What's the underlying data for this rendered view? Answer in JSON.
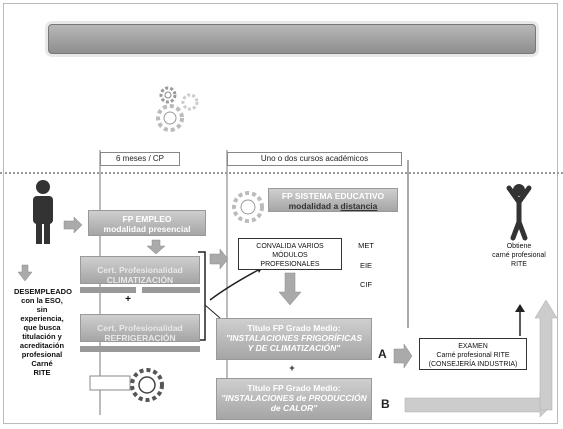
{
  "header": {
    "col1": "6 meses / CP",
    "col2": "Uno o dos cursos académicos"
  },
  "fp_empleo": {
    "line1": "FP EMPLEO",
    "line2": "modalidad presencial"
  },
  "fp_sistema": {
    "line1": "FP SISTEMA EDUCATIVO",
    "line2_pre": "modalidad a",
    "line2_link": "distancia"
  },
  "cp_box1": "Cert. Profesionalidad CLIMATIZACIÓN",
  "cp_box2": "Cert. Profesionalidad REFRIGERACIÓN",
  "plus_sign": "+",
  "left_text": [
    "DESEMPLEADO",
    "con la ESO,",
    "sin",
    "experiencia,",
    "que busca",
    "titulación y",
    "acreditación",
    "profesional",
    "Carné",
    "RITE"
  ],
  "convalida": [
    "CONVALIDA VARIOS",
    "MÓDULOS",
    "PROFESIONALES"
  ],
  "modules": [
    "MET",
    "EIE",
    "CIF"
  ],
  "titulo1": {
    "line1": "Título FP Grado Medio:",
    "line2": "\"INSTALACIONES FRIGORÍFICAS",
    "line3": "Y DE CLIMATIZACIÓN\""
  },
  "titulo2": {
    "line1": "Título FP Grado Medio:",
    "line2": "\"INSTALACIONES de PRODUCCIÓN",
    "line3": "de CALOR\""
  },
  "path_a": "A",
  "path_b": "B",
  "examen": [
    "EXAMEN",
    "Carné profesional RITE",
    "(CONSEJERÍA INDUSTRIA)"
  ],
  "obtiene": [
    "Obtiene",
    "carné profesional",
    "RITE"
  ],
  "colors": {
    "grey_box": "#b4b4b4",
    "arrow": "#9a9a9a",
    "dark": "#333333"
  }
}
